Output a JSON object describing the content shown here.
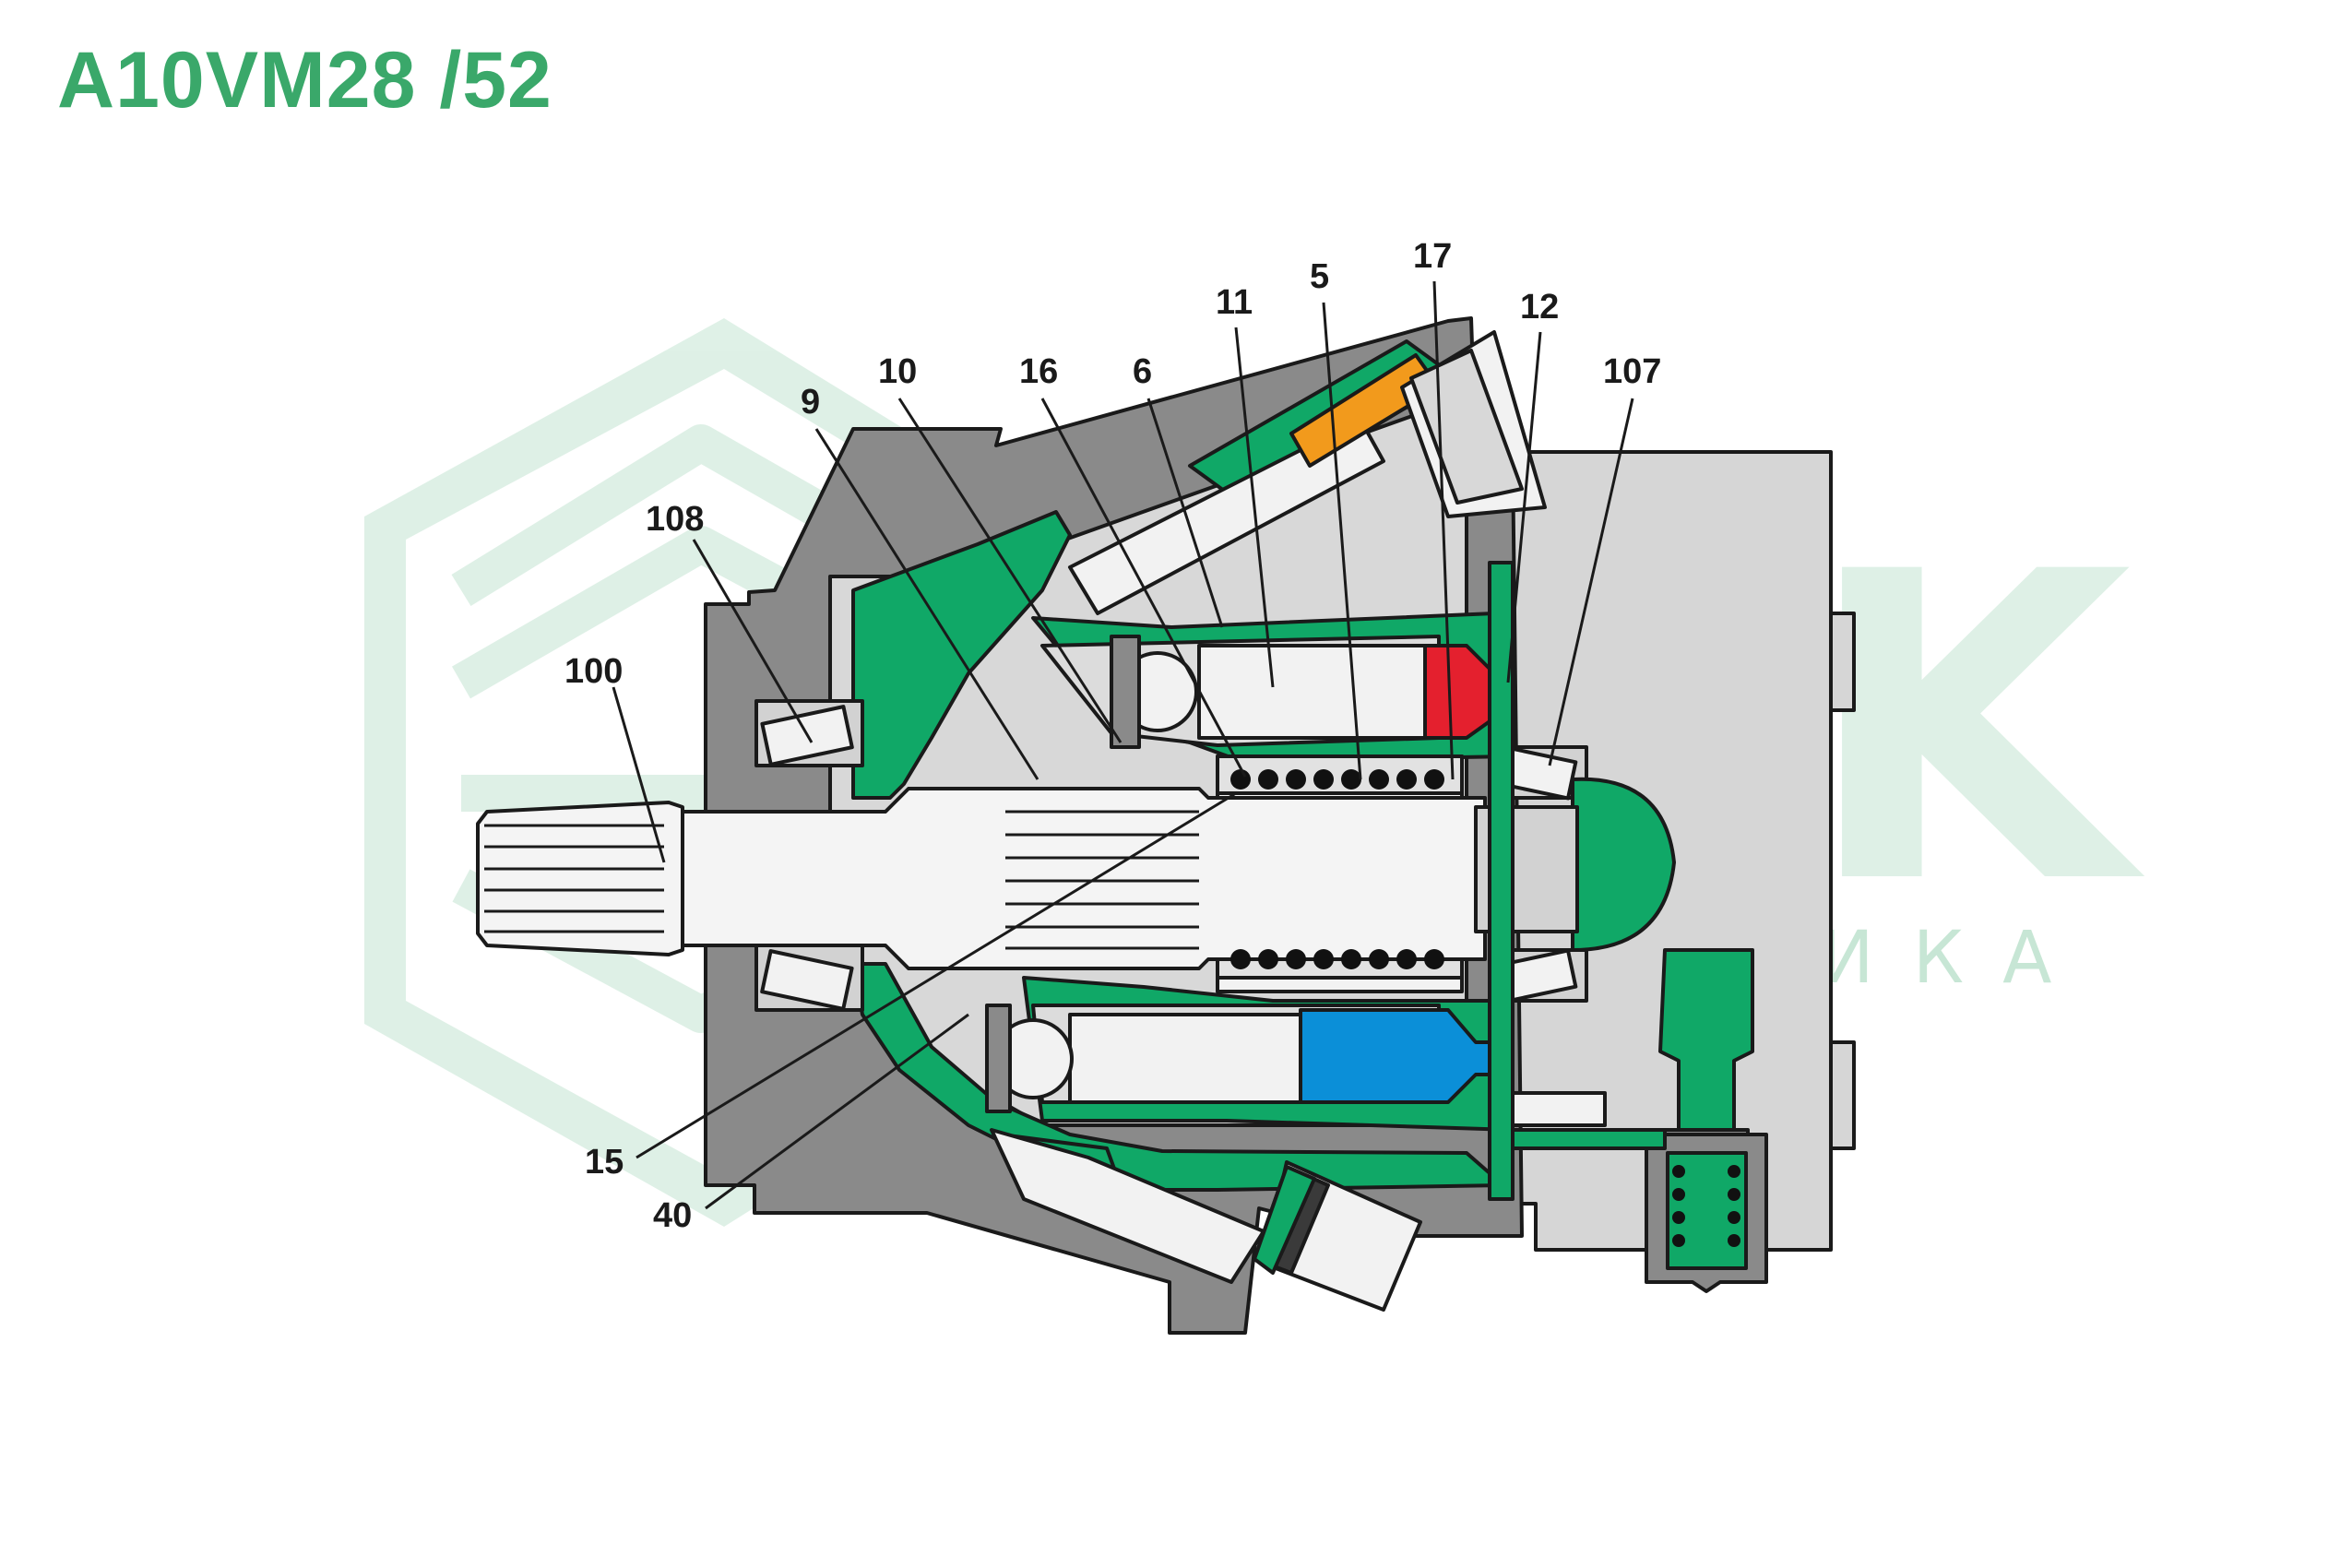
{
  "title": "A10VM28 /52",
  "watermark": {
    "brand": "ZSK",
    "subtitle": "ГИДРАВЛИКА",
    "color": "#3aa86a"
  },
  "colors": {
    "housing": "#8c8c8c",
    "housing_light": "#d2d2d2",
    "green": "#10a867",
    "red": "#e4202e",
    "blue": "#0b8fd8",
    "orange": "#f29a1c",
    "outline": "#1a1a1a"
  },
  "callouts": [
    {
      "label": "100"
    },
    {
      "label": "108"
    },
    {
      "label": "9"
    },
    {
      "label": "10"
    },
    {
      "label": "16"
    },
    {
      "label": "6"
    },
    {
      "label": "11"
    },
    {
      "label": "5"
    },
    {
      "label": "17"
    },
    {
      "label": "12"
    },
    {
      "label": "107"
    },
    {
      "label": "15"
    },
    {
      "label": "40"
    }
  ]
}
